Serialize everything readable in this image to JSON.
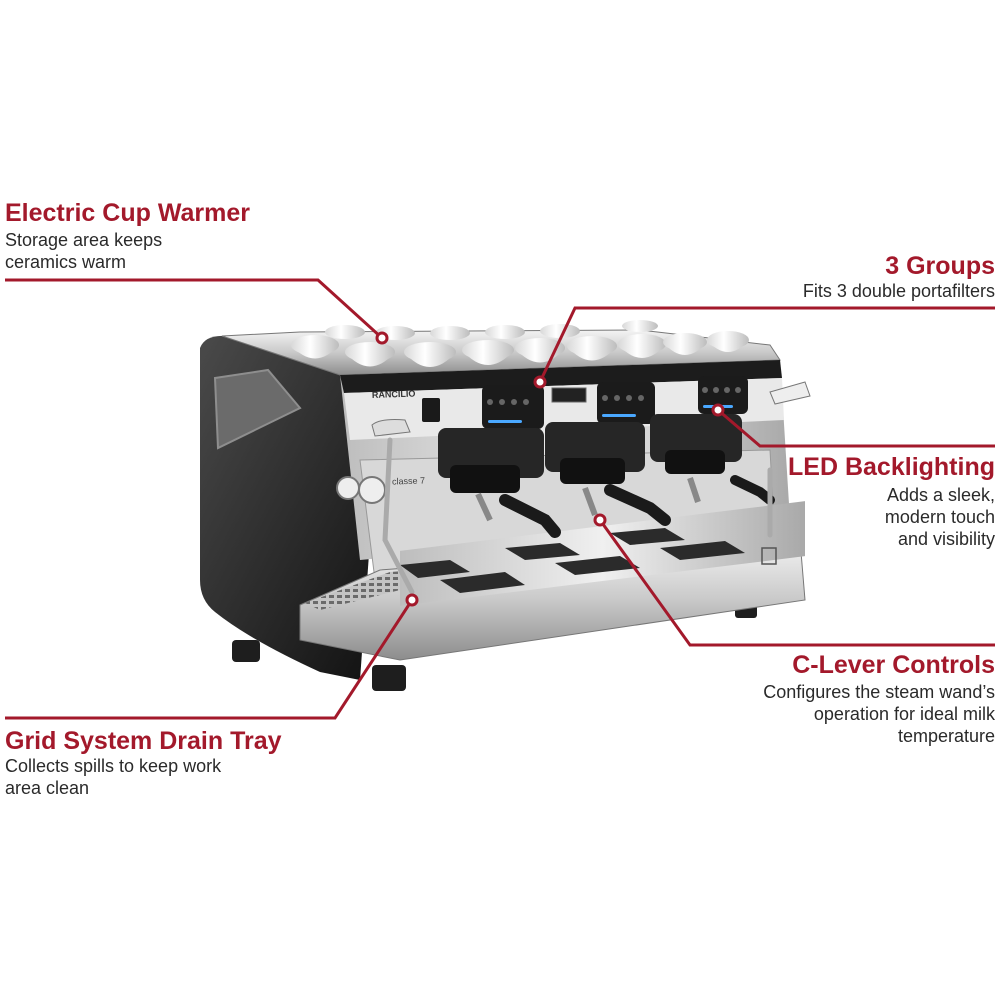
{
  "brand": {
    "logo_text": "RANCILIO",
    "model_text": "classe 7"
  },
  "colors": {
    "accent": "#a3192b",
    "text": "#2a2a2a",
    "led": "#4aa8ff"
  },
  "callouts": [
    {
      "id": "cup-warmer",
      "title": "Electric Cup Warmer",
      "lines": [
        "Storage area keeps",
        "ceramics warm"
      ]
    },
    {
      "id": "groups",
      "title": "3 Groups",
      "lines": [
        "Fits 3 double portafilters"
      ]
    },
    {
      "id": "led",
      "title": "LED Backlighting",
      "lines": [
        "Adds a sleek,",
        "modern touch",
        "and visibility"
      ]
    },
    {
      "id": "c-lever",
      "title": "C-Lever Controls",
      "lines": [
        "Configures the steam wand’s",
        "operation for ideal milk",
        "temperature"
      ]
    },
    {
      "id": "drain-tray",
      "title": "Grid System Drain Tray",
      "lines": [
        "Collects spills to keep work",
        "area clean"
      ]
    }
  ]
}
